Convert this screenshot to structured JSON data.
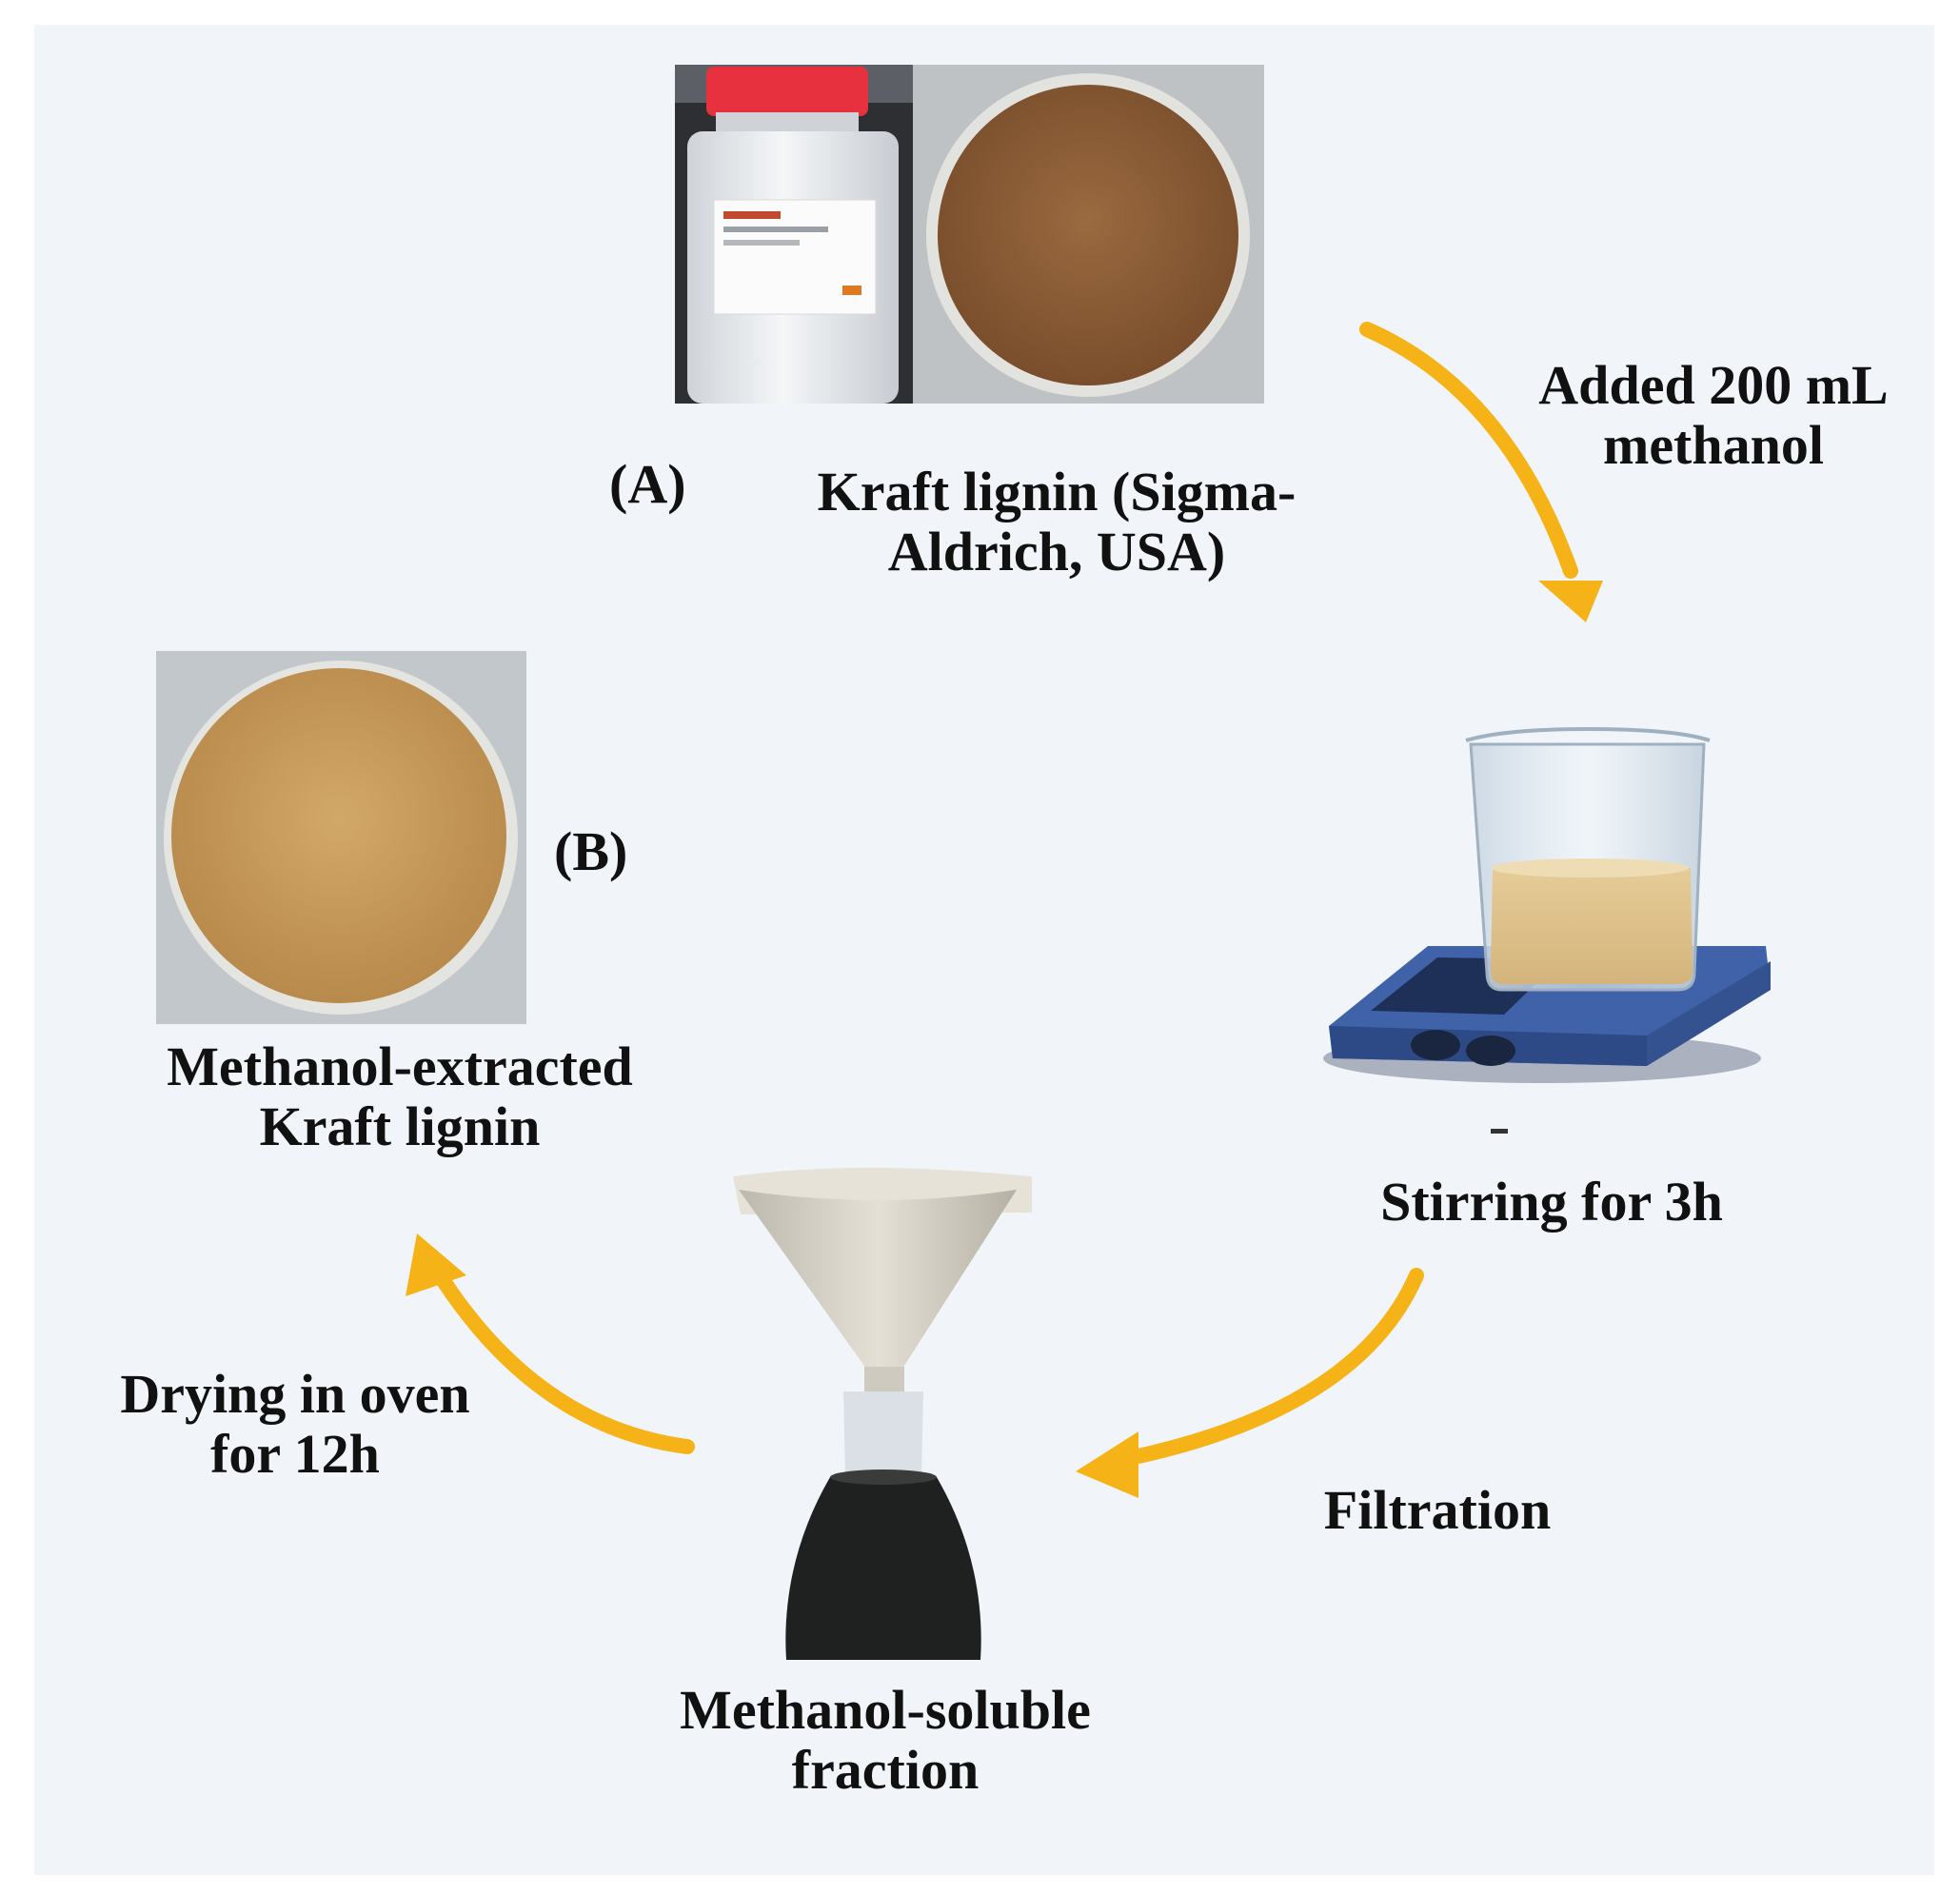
{
  "diagram": {
    "colors": {
      "background": "#f1f5fa",
      "arrow": "#f5b318",
      "lignin_dark": "#8a5a34",
      "lignin_light": "#c69a5a",
      "solution": "#1f2020",
      "hotplate": "#3f62a8"
    },
    "labels": {
      "a": "(A)",
      "b": "(B)",
      "start_material": [
        "Kraft lignin (Sigma-",
        "Aldrich, USA)"
      ],
      "step_add": [
        "Added 200 mL",
        "methanol"
      ],
      "step_stir": "Stirring for 3h",
      "step_filter": "Filtration",
      "product_soluble": [
        "Methanol-soluble",
        "fraction"
      ],
      "step_dry": [
        "Drying in oven",
        "for 12h"
      ],
      "product_extracted": [
        "Methanol-extracted",
        "Kraft lignin"
      ]
    },
    "icons": {
      "bottle": "reagent-bottle-icon",
      "powder": "lignin-powder-icon",
      "beaker": "beaker-on-hotplate-icon",
      "funnel": "funnel-flask-icon"
    }
  }
}
